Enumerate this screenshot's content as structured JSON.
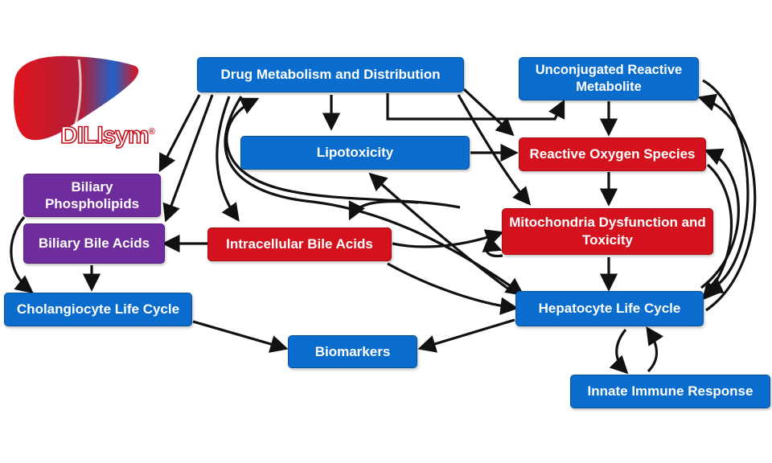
{
  "logo": {
    "icon": "liver-icon",
    "brand": "DILIsym",
    "reg_mark": "®"
  },
  "nodes": {
    "drug_metabolism": "Drug Metabolism and Distribution",
    "unconjugated": "Unconjugated Reactive Metabolite",
    "lipotoxicity": "Lipotoxicity",
    "ros": "Reactive Oxygen Species",
    "biliary_phospholipids": "Biliary Phospholipids",
    "biliary_bile_acids": "Biliary Bile Acids",
    "intracellular_bile_acids": "Intracellular Bile Acids",
    "mitochondria": "Mitochondria Dysfunction and Toxicity",
    "cholangiocyte": "Cholangiocyte Life Cycle",
    "hepatocyte": "Hepatocyte Life Cycle",
    "biomarkers": "Biomarkers",
    "innate_immune": "Innate Immune Response"
  },
  "colors": {
    "process": "#0a6ccc",
    "toxicity": "#d4121e",
    "biliary": "#6f2c9c",
    "arrow": "#111111",
    "liver_red": "#d8141e",
    "liver_blue": "#1f63c9"
  }
}
